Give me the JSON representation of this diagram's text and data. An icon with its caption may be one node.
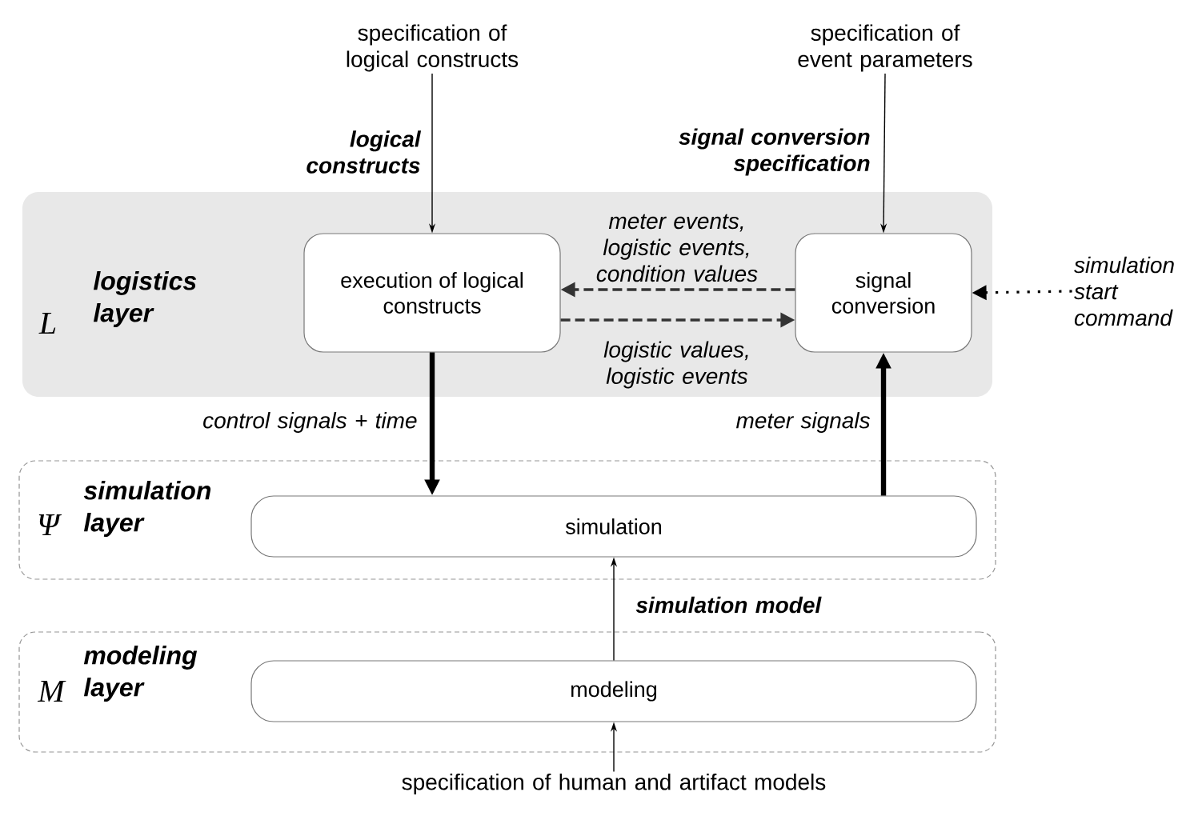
{
  "diagram": {
    "nodes": [
      {
        "text": [
          "L",
          "logistics layer"
        ]
      },
      {
        "text": [
          "execution of logical constructs"
        ],
        "in": 0
      },
      {
        "text": [
          "signal conversion"
        ],
        "in": 0
      },
      {
        "text": [
          "Ψ",
          "simulation layer"
        ]
      },
      {
        "text": [
          "simulation"
        ],
        "in": 3
      },
      {
        "text": [
          "M",
          "modeling layer"
        ]
      },
      {
        "text": [
          "modeling"
        ],
        "in": 5
      },
      {
        "text": [
          "specification of logical constructs"
        ]
      },
      {
        "text": [
          "specification of event parameters"
        ]
      },
      {
        "text": [
          "simulation start command"
        ]
      },
      {
        "text": [
          "specification of human and artifact models"
        ]
      }
    ],
    "edges": [
      {
        "from": 7,
        "to": 1,
        "arrow": "to",
        "label": "logical constructs"
      },
      {
        "from": 8,
        "to": 2,
        "arrow": "to",
        "label": "signal conversion specification"
      },
      {
        "from": 2,
        "to": 1,
        "arrow": "to",
        "label": "meter events, logistic events, condition values",
        "style": "dashed",
        "color": "#333333"
      },
      {
        "from": 1,
        "to": 2,
        "arrow": "to",
        "label": "logistic values, logistic events",
        "style": "dashed",
        "color": "#333333"
      },
      {
        "from": 9,
        "to": 2,
        "arrow": "to",
        "style": "dashed"
      },
      {
        "from": 1,
        "to": 4,
        "arrow": "to",
        "label": "control signals + time",
        "style": "thick"
      },
      {
        "from": 4,
        "to": 2,
        "arrow": "to",
        "label": "meter signals",
        "style": "thick"
      },
      {
        "from": 6,
        "to": 4,
        "arrow": "to",
        "label": "simulation model"
      },
      {
        "from": 10,
        "to": 6,
        "arrow": "to"
      }
    ]
  }
}
